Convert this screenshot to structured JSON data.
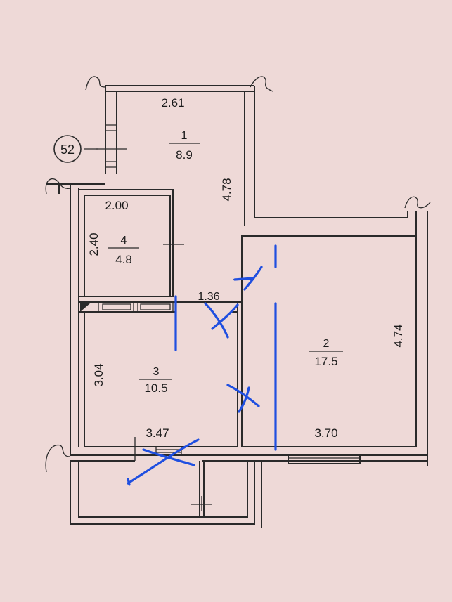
{
  "plan": {
    "apartment_number": "52",
    "rooms": [
      {
        "id": "1",
        "area": "8.9",
        "width": "2.61",
        "height": "4.78"
      },
      {
        "id": "2",
        "area": "17.5",
        "width": "3.70",
        "height": "4.74"
      },
      {
        "id": "3",
        "area": "10.5",
        "width": "3.47",
        "height": "3.04"
      },
      {
        "id": "4",
        "area": "4.8",
        "width": "2.00",
        "height": "2.40"
      }
    ],
    "corridor_width": "1.36"
  },
  "colors": {
    "paper": "#eed9d7",
    "line": "#2a2a2a",
    "annotation": "#1f4fe0"
  }
}
